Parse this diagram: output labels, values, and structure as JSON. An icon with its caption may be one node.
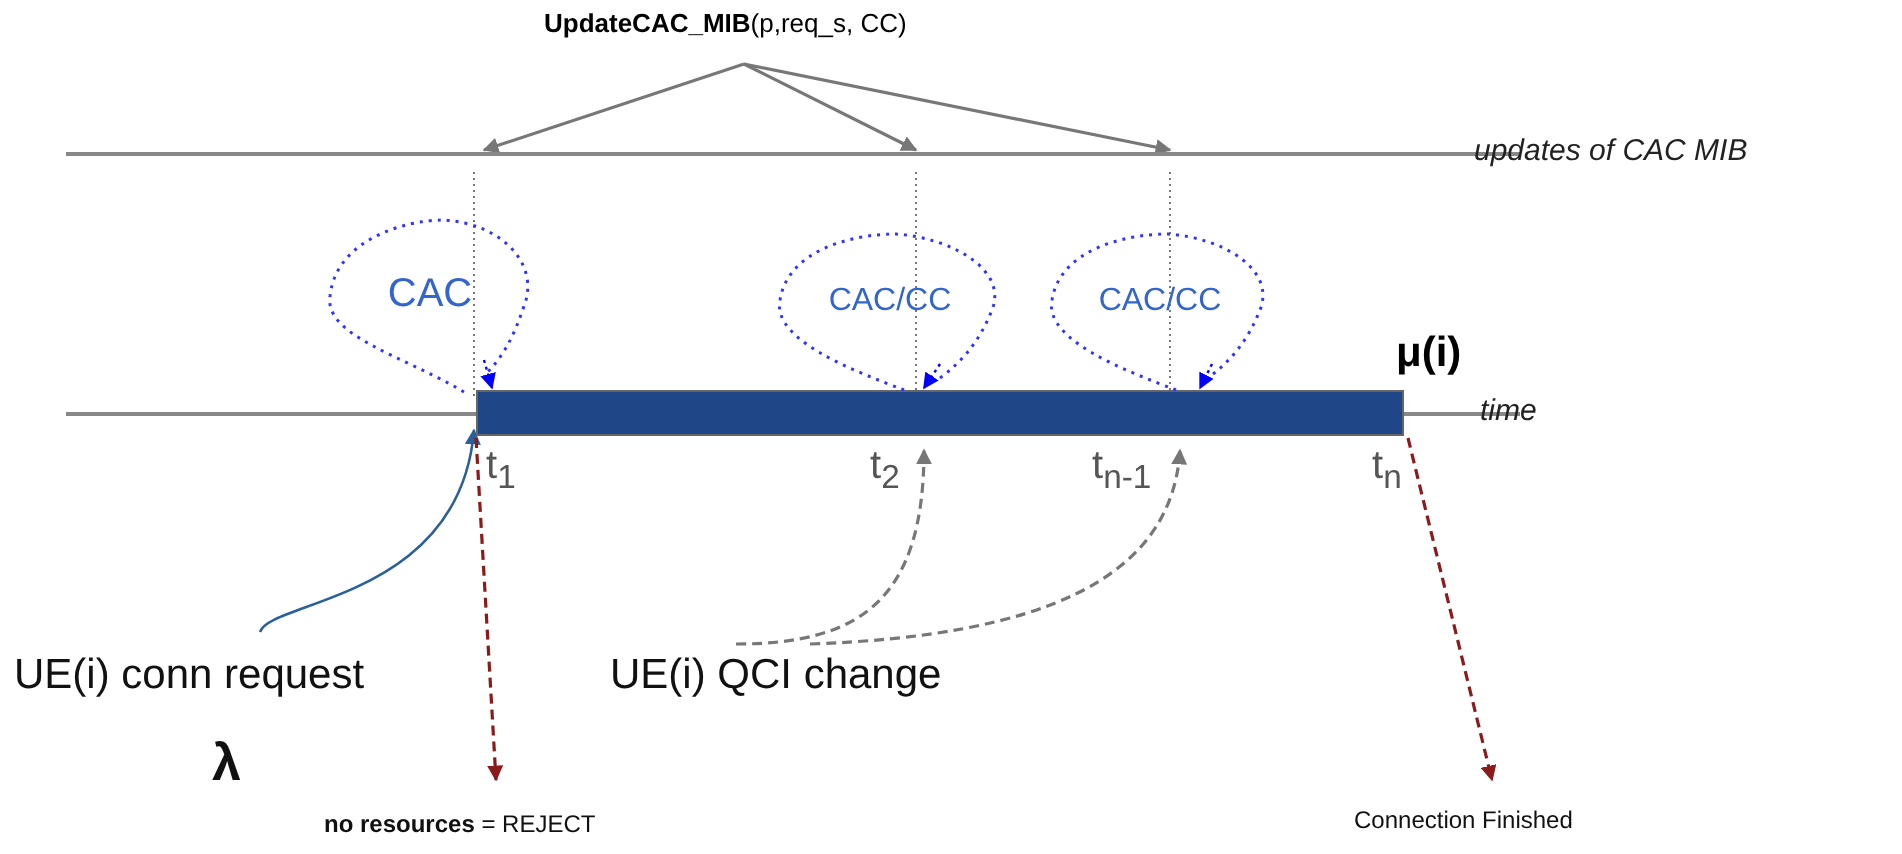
{
  "diagram": {
    "nodes": [
      {
        "text": [
          "**UpdateCAC_MIB**(p,req_s, CC)"
        ]
      },
      {
        "text": [
          "updates of CAC MIB"
        ]
      },
      {
        "text": [
          "time"
        ]
      },
      {
        "text": [],
        "shape": "bar",
        "beside": [
          "μ(i)"
        ]
      },
      {
        "text": [
          "CAC"
        ]
      },
      {
        "text": [
          "CAC/CC"
        ]
      },
      {
        "text": [
          "CAC/CC"
        ]
      },
      {
        "text": [
          "UE(i) conn request"
        ]
      },
      {
        "text": [
          "UE(i) QCI change"
        ]
      },
      {
        "text": [
          "**no resources** = REJECT"
        ]
      },
      {
        "text": [
          "Connection Finished"
        ]
      }
    ],
    "edges": [
      {
        "from": 0,
        "to": 1,
        "arrow": "to"
      },
      {
        "from": 0,
        "to": 1,
        "arrow": "to"
      },
      {
        "from": 0,
        "to": 1,
        "arrow": "to"
      },
      {
        "from": 4,
        "to": 3,
        "arrow": "to",
        "style": "dashed",
        "color": "#0000ff"
      },
      {
        "from": 5,
        "to": 3,
        "arrow": "to",
        "style": "dashed",
        "color": "#0000ff"
      },
      {
        "from": 6,
        "to": 3,
        "arrow": "to",
        "style": "dashed",
        "color": "#0000ff"
      },
      {
        "from": 7,
        "to": 3,
        "arrow": "to",
        "color": "#2a6099"
      },
      {
        "from": 8,
        "to": 3,
        "arrow": "to",
        "style": "dashed"
      },
      {
        "from": 8,
        "to": 3,
        "arrow": "to",
        "style": "dashed"
      },
      {
        "from": 3,
        "to": 9,
        "arrow": "to",
        "style": "dashed",
        "color": "#8b1a1a"
      },
      {
        "from": 3,
        "to": 10,
        "arrow": "to",
        "style": "dashed",
        "color": "#8b1a1a"
      }
    ],
    "labels": [
      "t$_{1}$",
      "t$_{2}$",
      "t$_{n-1}$",
      "t$_{n}$",
      "λ"
    ]
  }
}
